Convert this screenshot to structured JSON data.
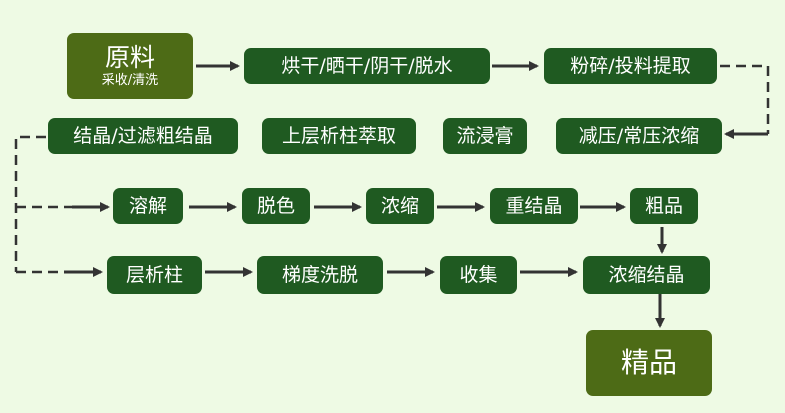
{
  "nodes": {
    "raw": {
      "main": "原料",
      "sub": "采收/清洗"
    },
    "dry": "烘干/晒干/阴干/脱水",
    "crush": "粉碎/投料提取",
    "concentrate": "减压/常压浓缩",
    "paste": "流浸膏",
    "column_extract": "上层析柱萃取",
    "crystal_filter": "结晶/过滤粗结晶",
    "dissolve": "溶解",
    "decolor": "脱色",
    "condense": "浓缩",
    "recrystal": "重结晶",
    "crude": "粗品",
    "column": "层析柱",
    "gradient": "梯度洗脱",
    "collect": "收集",
    "conc_crystal": "浓缩结晶",
    "fine": "精品"
  },
  "colors": {
    "dark_green": "#1f5a21",
    "olive": "#4d6b16",
    "background": "#eefae4",
    "arrow": "#333333"
  }
}
